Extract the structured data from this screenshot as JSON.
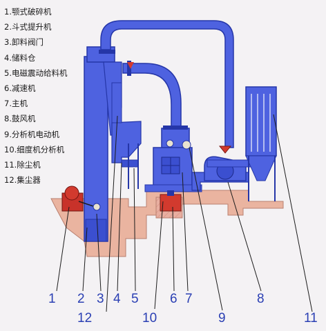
{
  "legend": [
    "1.颚式破碎机",
    "2.斗式提升机",
    "3.卸料阀门",
    "4.储料仓",
    "5.电磁震动给料机",
    "6.减速机",
    "7.主机",
    "8.鼓风机",
    "9.分析机电动机",
    "10.细度机分析机",
    "11.除尘机",
    "12.集尘器"
  ],
  "callouts": [
    "1",
    "2",
    "3",
    "4",
    "5",
    "6",
    "7",
    "8",
    "9",
    "10",
    "11",
    "12"
  ],
  "colors": {
    "equipment": "#4e62e0",
    "equipment_dark": "#2536a8",
    "foundation": "#eab4a0",
    "leader": "#1c1c1c",
    "number": "#2a3fb3",
    "motor": "#c8322a"
  }
}
